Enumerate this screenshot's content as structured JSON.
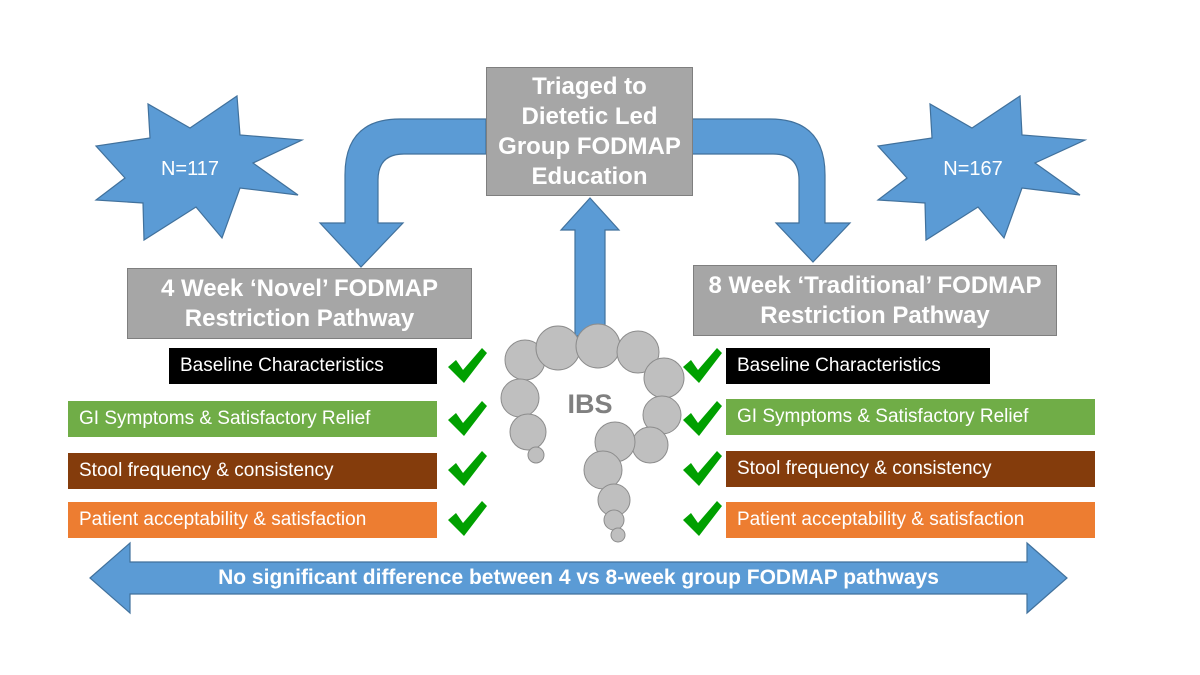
{
  "center": {
    "title": "Triaged to\nDietetic Led\nGroup FODMAP\nEducation"
  },
  "left": {
    "count": "N=117",
    "pathway": "4 Week ‘Novel’ FODMAP\nRestriction Pathway",
    "outcomes": [
      {
        "label": "Baseline Characteristics",
        "color": "#000000"
      },
      {
        "label": "GI Symptoms & Satisfactory Relief",
        "color": "#70ad47"
      },
      {
        "label": "Stool frequency & consistency",
        "color": "#843c0c"
      },
      {
        "label": "Patient acceptability & satisfaction",
        "color": "#ed7d31"
      }
    ]
  },
  "right": {
    "count": "N=167",
    "pathway": "8 Week ‘Traditional’ FODMAP\nRestriction Pathway",
    "outcomes": [
      {
        "label": "Baseline Characteristics",
        "color": "#000000"
      },
      {
        "label": "GI Symptoms & Satisfactory Relief",
        "color": "#70ad47"
      },
      {
        "label": "Stool frequency & consistency",
        "color": "#843c0c"
      },
      {
        "label": "Patient acceptability & satisfaction",
        "color": "#ed7d31"
      }
    ]
  },
  "colon": {
    "label": "IBS"
  },
  "banner": {
    "text": "No significant difference between 4 vs 8-week group FODMAP pathways"
  },
  "colors": {
    "arrow": "#5b9bd5",
    "arrow_border": "#41719c",
    "tick": "#00a000",
    "box_grey": "#a6a6a6",
    "colon_grey": "#bfbfbf"
  }
}
